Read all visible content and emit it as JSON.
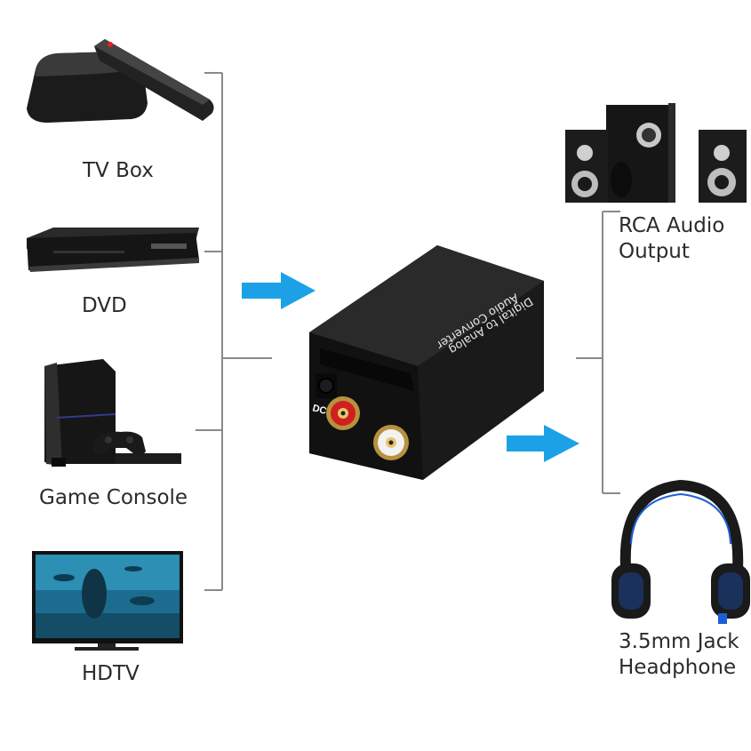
{
  "sources": {
    "tv_box": "TV Box",
    "dvd": "DVD",
    "game_console": "Game Console",
    "hdtv": "HDTV"
  },
  "converter": {
    "line1": "Digital to Analog",
    "line2": "Audio Converter",
    "port_label": "DC"
  },
  "outputs": {
    "rca_line1": "RCA Audio",
    "rca_line2": "Output",
    "headphone_line1": "3.5mm Jack",
    "headphone_line2": "Headphone"
  },
  "colors": {
    "arrow": "#1da1e6",
    "line": "#8a8a8a",
    "device": "#1b1b1b",
    "rca_red": "#d11f1f",
    "headphone_accent": "#1a5fd6"
  }
}
